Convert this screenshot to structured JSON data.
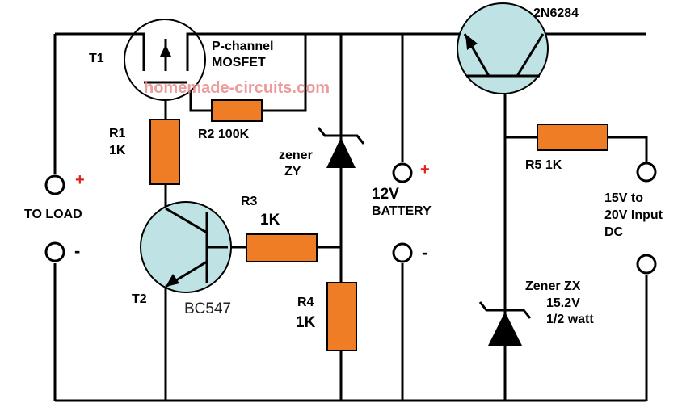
{
  "watermark": "homemade-circuits.com",
  "components": {
    "t1": {
      "ref": "T1",
      "type_line1": "P-channel",
      "type_line2": "MOSFET"
    },
    "t2": {
      "ref": "T2",
      "part": "BC547"
    },
    "t3": {
      "part": "2N6284"
    },
    "r1": {
      "ref": "R1",
      "value": "1K"
    },
    "r2": {
      "label": "R2 100K"
    },
    "r3": {
      "ref": "R3",
      "value": "1K"
    },
    "r4": {
      "ref": "R4",
      "value": "1K"
    },
    "r5": {
      "label": "R5 1K"
    },
    "zy": {
      "line1": "zener",
      "line2": "ZY"
    },
    "zx": {
      "line1": "Zener ZX",
      "line2": "15.2V",
      "line3": "1/2 watt"
    }
  },
  "terminals": {
    "load": {
      "label": "TO LOAD",
      "plus": "+",
      "minus": "-"
    },
    "battery": {
      "line1": "12V",
      "line2": "BATTERY",
      "plus": "+",
      "minus": "-"
    },
    "input": {
      "line1": "15V to",
      "line2": "20V Input",
      "line3": "DC"
    }
  },
  "colors": {
    "resistor": "#ee7d25",
    "transistor_body": "#bfe3e5",
    "plus_sign": "#e0201b",
    "wire": "#000000"
  }
}
